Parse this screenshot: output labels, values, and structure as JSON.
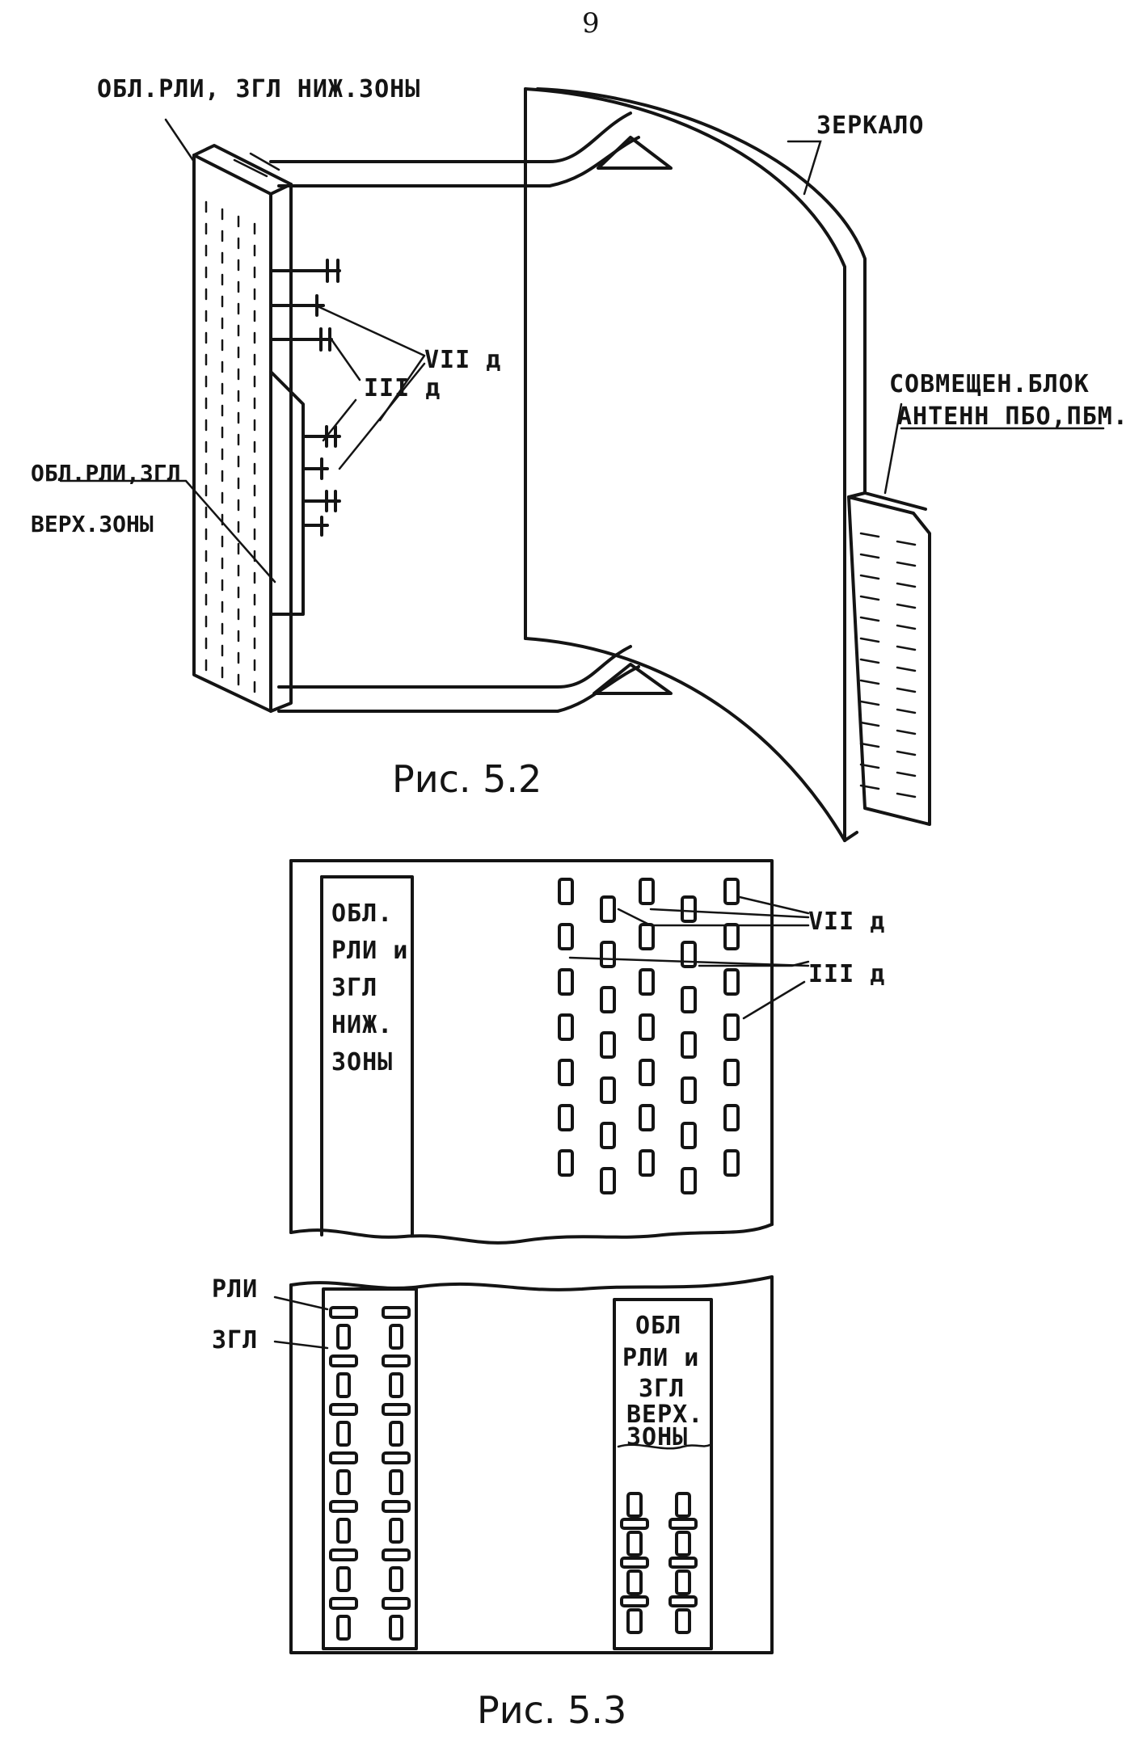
{
  "page_number": "9",
  "figure_5_2": {
    "caption": "Рис. 5.2",
    "label_lower_zone": "ОБЛ.РЛИ, ЗГЛ НИЖ.ЗОНЫ",
    "label_mirror": "ЗЕРКАЛО",
    "label_combined_block_line1": "СОВМЕЩЕН.БЛОК",
    "label_combined_block_line2": "АНТЕНН ПБО,ПБМ.",
    "label_vii_d": "VII д",
    "label_iii_d": "III д",
    "label_upper_zone_line1": "ОБЛ.РЛИ,ЗГЛ",
    "label_upper_zone_line2": "ВЕРХ.ЗОНЫ"
  },
  "figure_5_3": {
    "caption": "Рис. 5.3",
    "upper_panel_label": [
      "ОБЛ.",
      "РЛИ и",
      "ЗГЛ",
      "НИЖ.",
      "ЗОНЫ"
    ],
    "label_vii_d": "VII д",
    "label_iii_d": "III д",
    "label_rli": "РЛИ",
    "label_zgl": "ЗГЛ",
    "lower_panel_label": [
      "ОБЛ",
      "РЛИ и",
      "ЗГЛ",
      "ВЕРХ.",
      "ЗОНЫ"
    ]
  }
}
